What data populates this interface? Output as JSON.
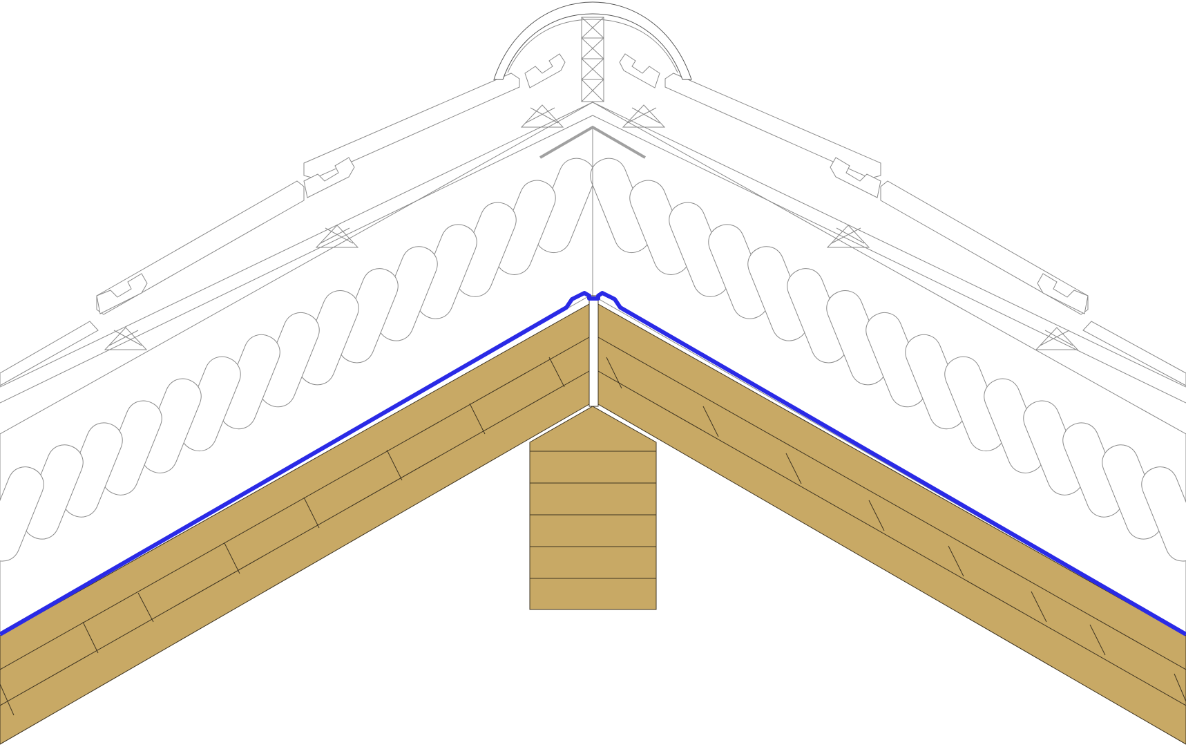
{
  "diagram": {
    "type": "roof-ridge-section",
    "colors": {
      "timber": "#c8a965",
      "membrane": "#2a2ae6",
      "linework": "#8a8a8a",
      "flashing": "#a0a0a0",
      "background": "#ffffff"
    },
    "components": [
      "ridge-tile",
      "ridge-batten",
      "roof-tiles",
      "tile-battens",
      "counter-battens",
      "insulation-layer",
      "membrane",
      "timber-roof-deck",
      "ridge-beam",
      "ridge-flashing"
    ]
  }
}
